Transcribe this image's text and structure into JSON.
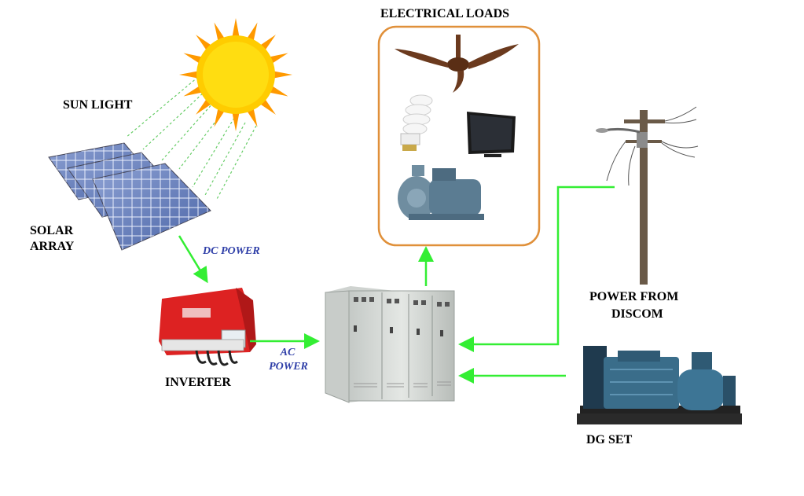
{
  "labels": {
    "electrical_loads": "ELECTRICAL LOADS",
    "sun_light": "SUN LIGHT",
    "solar_array_1": "SOLAR",
    "solar_array_2": "ARRAY",
    "dc_power": "DC POWER",
    "ac_power_1": "AC",
    "ac_power_2": "POWER",
    "inverter": "INVERTER",
    "power_from_discom_1": "POWER FROM",
    "power_from_discom_2": "DISCOM",
    "dg_set": "DG SET"
  },
  "colors": {
    "arrow": "#33ee33",
    "ray": "#66cc66",
    "loads_box": "#e0903a",
    "sun": "#ffcc00",
    "sun_core": "#ffdd11",
    "sun_ray": "#ff9900",
    "panel": "#6d86c4",
    "inverter": "#dd2222",
    "panel_board": "#d8dcd8",
    "generator": "#3a6d8a",
    "flow_text": "#2f3fa8"
  },
  "icons": [
    "sun-icon",
    "solar-panel-icon",
    "inverter-icon",
    "switchgear-panel-icon",
    "ceiling-fan-icon",
    "cfl-bulb-icon",
    "television-icon",
    "water-pump-icon",
    "utility-pole-icon",
    "diesel-generator-icon"
  ]
}
